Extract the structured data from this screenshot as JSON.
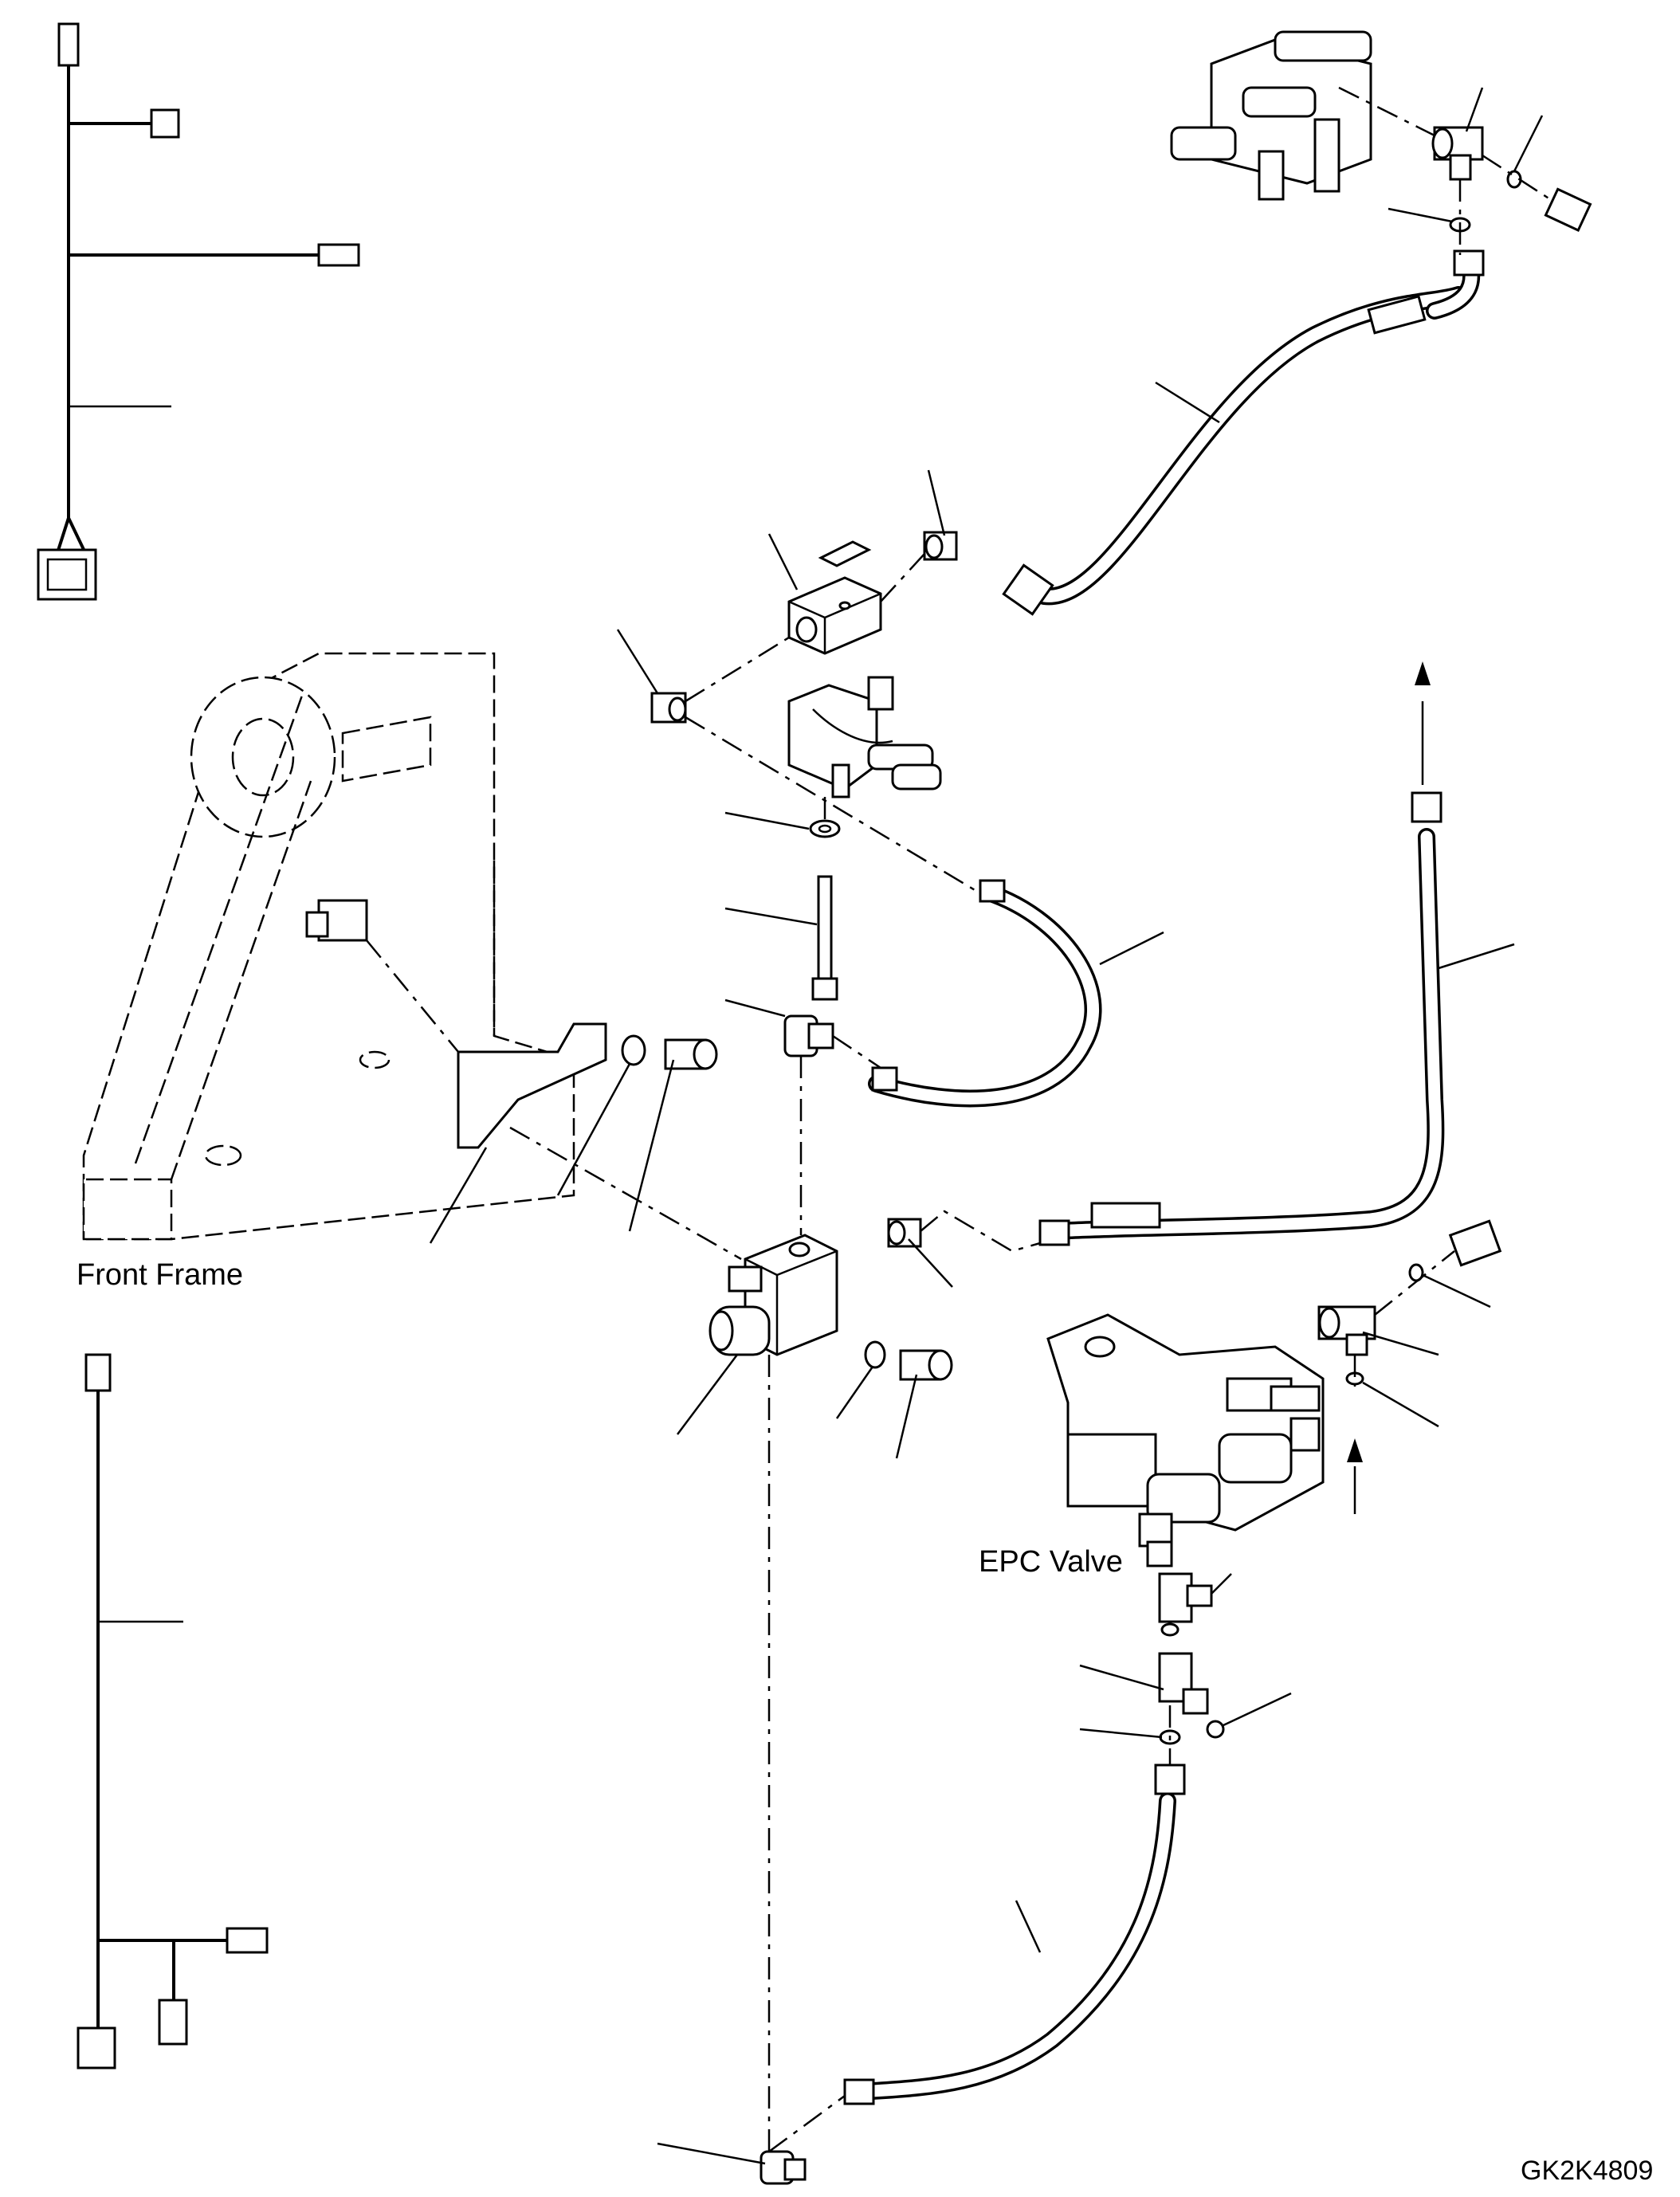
{
  "labels": {
    "front_frame": "Front Frame",
    "epc_valve": "EPC Valve",
    "drawing_number": "GK2K4809"
  }
}
